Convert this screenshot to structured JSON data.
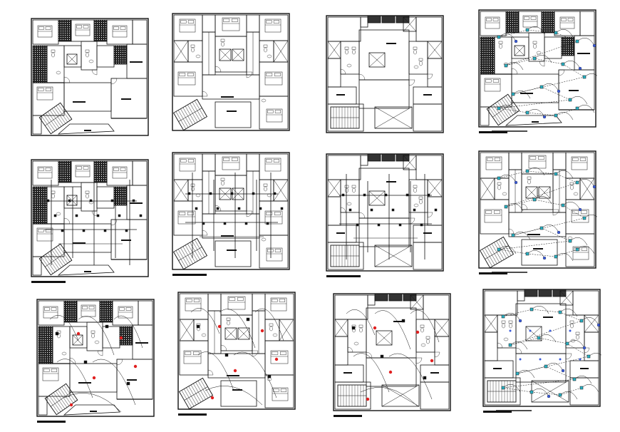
{
  "sheet": {
    "background": "#ffffff",
    "ink": "#111111",
    "accent_colors": {
      "fixture_cyan": "#2bb5c8",
      "fixture_blue": "#3a5bd9",
      "marker_red": "#e02020"
    }
  },
  "plans": [
    {
      "id": "r1c1",
      "variant": "A",
      "layer": "architectural"
    },
    {
      "id": "r1c2",
      "variant": "B",
      "layer": "architectural"
    },
    {
      "id": "r1c3",
      "variant": "C",
      "layer": "architectural"
    },
    {
      "id": "r1c4",
      "variant": "A",
      "layer": "lighting"
    },
    {
      "id": "r2c1",
      "variant": "A",
      "layer": "plumbing"
    },
    {
      "id": "r2c2",
      "variant": "B",
      "layer": "plumbing"
    },
    {
      "id": "r2c3",
      "variant": "C",
      "layer": "plumbing"
    },
    {
      "id": "r2c4",
      "variant": "B",
      "layer": "lighting"
    },
    {
      "id": "r3c1",
      "variant": "A",
      "layer": "electrical"
    },
    {
      "id": "r3c2",
      "variant": "B",
      "layer": "electrical"
    },
    {
      "id": "r3c3",
      "variant": "C",
      "layer": "electrical"
    },
    {
      "id": "r3c4",
      "variant": "C",
      "layer": "lighting"
    }
  ]
}
